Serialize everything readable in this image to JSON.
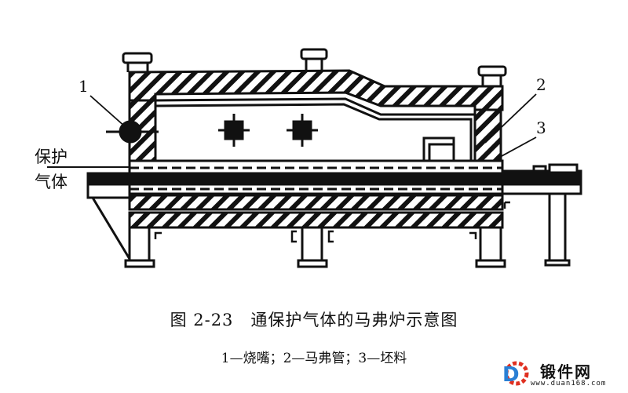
{
  "labels": {
    "burner_num": "1",
    "muffle_num": "2",
    "billet_num": "3",
    "gas_line1": "保护",
    "gas_line2": "气体"
  },
  "caption": "图 2-23　通保护气体的马弗炉示意图",
  "legend": "1—烧嘴；2—马弗管；3—坯料",
  "watermark": {
    "name": "锻件网",
    "url": "www.duan168.com"
  },
  "colors": {
    "ink": "#111111",
    "logo_blue": "#2a7fd4",
    "logo_red": "#e03020"
  }
}
